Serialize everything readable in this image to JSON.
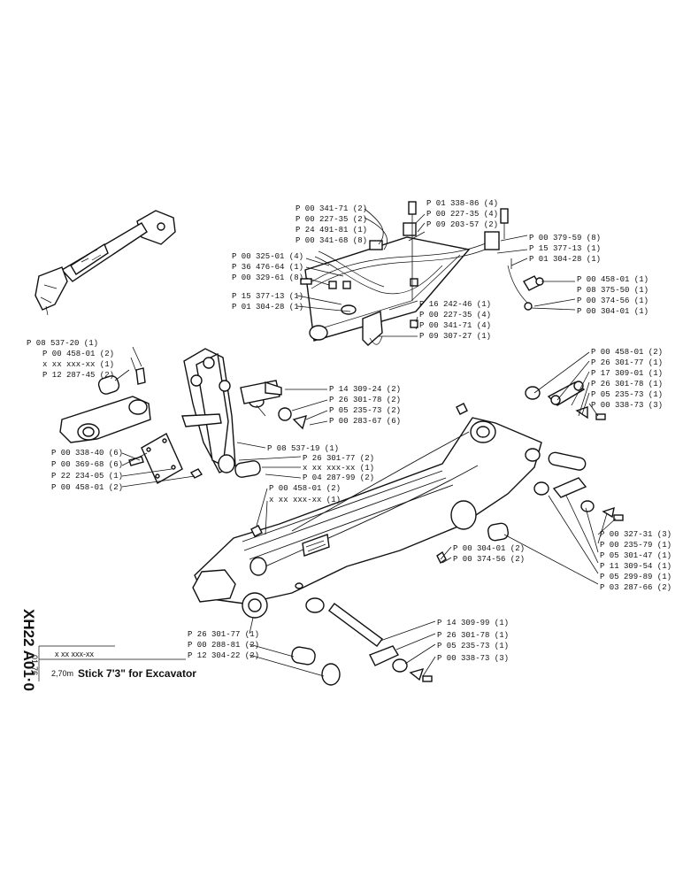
{
  "drawing": {
    "side_code": "XH22 A01·0",
    "side_date": "01-76",
    "mask": "x xx xxx-xx",
    "scale_note": "2,70m",
    "title": "Stick 7'3\" for Excavator"
  },
  "callouts": {
    "hyd_left": [
      "P 00 341-71 (2)",
      "P 00 227-35 (2)",
      "P 24 491-81 (1)",
      "P 00 341-68 (8)",
      "P 00 325-01 (4)",
      "P 36 476-64 (1)",
      "P 00 329-61 (8)",
      "P 15 377-13 (1)",
      "P 01 304-28 (1)"
    ],
    "hyd_center": [
      "P 01 338-86 (4)",
      "P 00 227-35 (4)",
      "P 09 203-57 (2)"
    ],
    "hyd_right_top": [
      "P 00 379-59 (8)",
      "P 15 377-13 (1)",
      "P 01 304-28 (1)"
    ],
    "hyd_right_mid": [
      "P 00 458-01 (1)",
      "P 08 375-50 (1)",
      "P 00 374-56 (1)",
      "P 00 304-01 (1)"
    ],
    "hyd_bottom": [
      "P 16 242-46 (1)",
      "P 00 227-35 (4)",
      "P 00 341-71 (4)",
      "P 09 307-27 (1)"
    ],
    "link_left": [
      "P 08 537-20 (1)",
      "P 00 458-01 (2)",
      "x xx xxx-xx (1)",
      "P 12 287-45 (2)"
    ],
    "link_mid": [
      "P 14 309-24 (2)",
      "P 26 301-78 (2)",
      "P 05 235-73 (2)",
      "P 00 283-67 (6)"
    ],
    "link_mid_low": [
      "P 08 537-19 (1)",
      "P 26 301-77 (2)",
      "x xx xxx-xx (1)",
      "P 04 287-99 (2)"
    ],
    "plate_left": [
      "P 00 338-40 (6)",
      "P 00 369-68 (6)",
      "P 22 234-05 (1)",
      "P 00 458-01 (2)"
    ],
    "stick_center": [
      "P 00 458-01 (2)",
      "x xx xxx-xx (1)"
    ],
    "right_top": [
      "P 00 458-01 (2)",
      "P 26 301-77 (1)",
      "P 17 309-01 (1)",
      "P 26 301-78 (1)",
      "P 05 235-73 (1)",
      "P 00 338-73 (3)"
    ],
    "right_low": [
      "P 00 327-31 (3)",
      "P 00 235-79 (1)",
      "P 05 301-47 (1)",
      "P 11 309-54 (1)",
      "P 05 299-89 (1)",
      "P 03 287-66 (2)"
    ],
    "center_low": [
      "P 00 304-01 (2)",
      "P 00 374-56 (2)"
    ],
    "bottom_left": [
      "P 26 301-77 (1)",
      "P 00 288-81 (2)",
      "P 12 304-22 (2)"
    ],
    "bottom_right": [
      "P 14 309-99 (1)",
      "P 26 301-78 (1)",
      "P 05 235-73 (1)",
      "P 00 338-73 (3)"
    ]
  }
}
